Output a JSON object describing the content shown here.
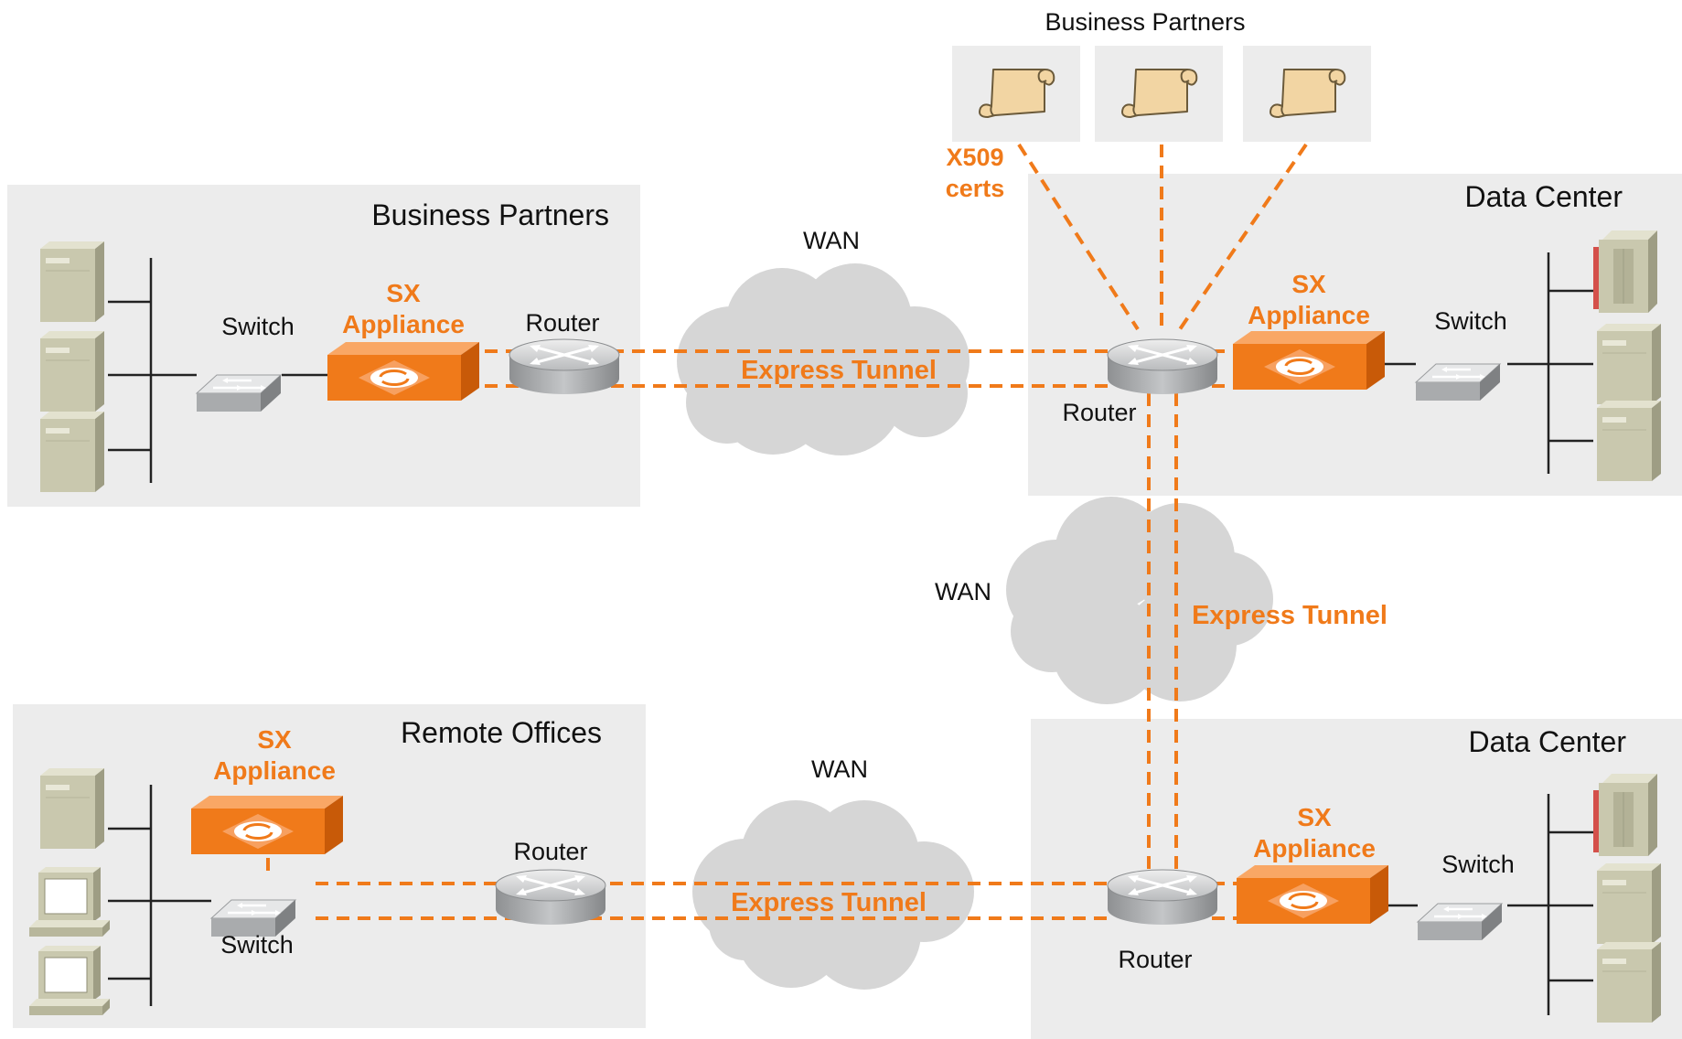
{
  "colors": {
    "accent": "#f07a1a",
    "zone": "#ececec",
    "cloud": "#d6d6d6",
    "device_metal": "#a7a9ab",
    "server": "#c9c8ae",
    "cert": "#f2d5a3"
  },
  "top_partners": {
    "title": "Business Partners",
    "cert_label_1": "X509",
    "cert_label_2": "certs",
    "icons": [
      "certificate-scroll-icon",
      "certificate-scroll-icon",
      "certificate-scroll-icon"
    ]
  },
  "bp_zone": {
    "title": "Business Partners",
    "switch_label": "Switch",
    "appliance_label_1": "SX",
    "appliance_label_2": "Appliance",
    "router_label": "Router"
  },
  "dc1_zone": {
    "title": "Data Center",
    "router_label": "Router",
    "appliance_label_1": "SX",
    "appliance_label_2": "Appliance",
    "switch_label": "Switch"
  },
  "ro_zone": {
    "title": "Remote Offices",
    "appliance_label_1": "SX",
    "appliance_label_2": "Appliance",
    "switch_label": "Switch",
    "router_label": "Router"
  },
  "dc2_zone": {
    "title": "Data Center",
    "router_label": "Router",
    "appliance_label_1": "SX",
    "appliance_label_2": "Appliance",
    "switch_label": "Switch"
  },
  "wan": {
    "top_label": "WAN",
    "middle_label": "WAN",
    "bottom_label": "WAN"
  },
  "tunnels": {
    "top_label": "Express Tunnel",
    "vertical_label": "Express Tunnel",
    "bottom_label": "Express Tunnel"
  }
}
